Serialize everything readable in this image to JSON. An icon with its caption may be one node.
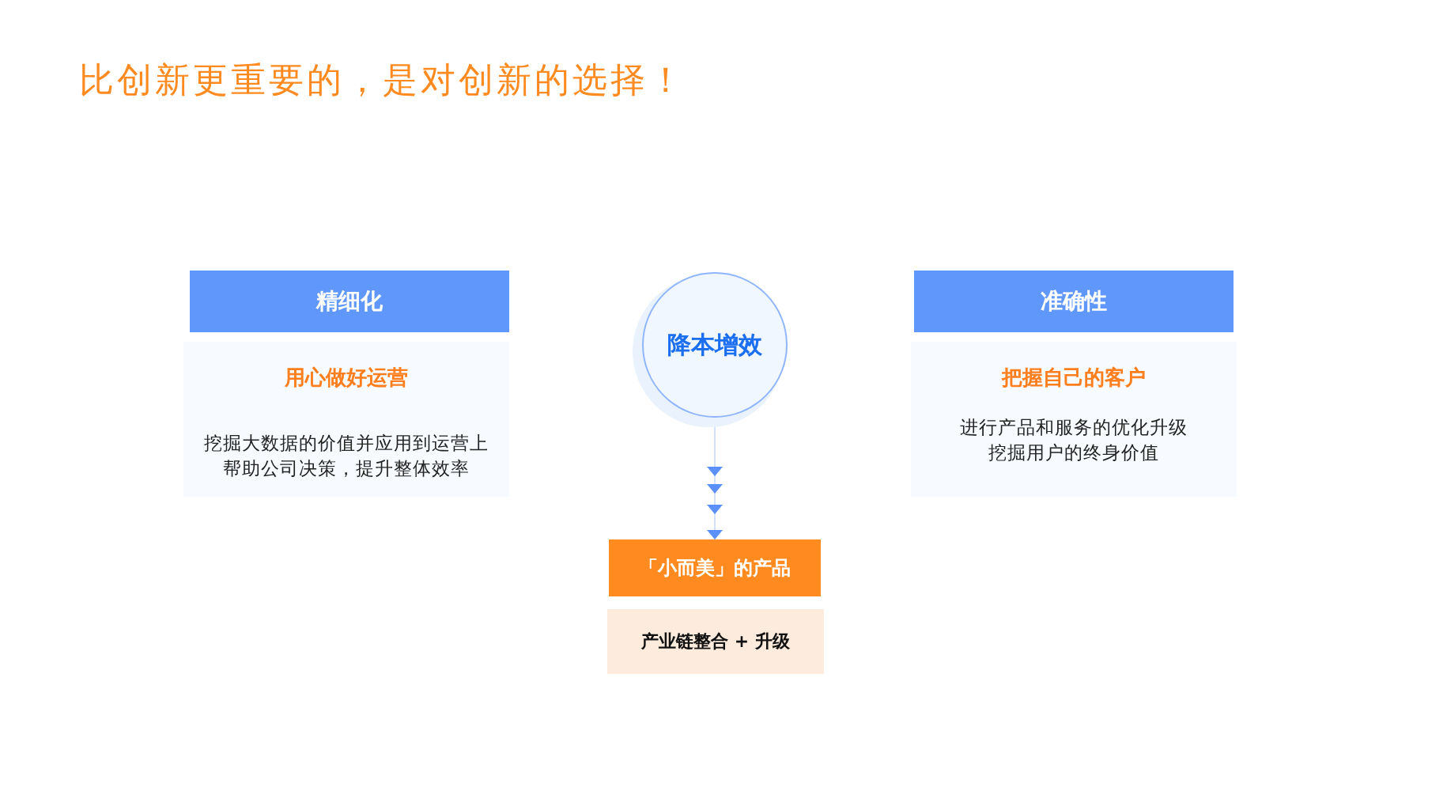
{
  "diagram": {
    "title": "比创新更重要的，是对创新的选择！",
    "nodes": [
      {
        "text": [
          "精细化"
        ]
      },
      {
        "text": [
          "用心做好运营",
          "挖掘大数据的价值并应用到运营上帮助公司决策，提升整体效率"
        ]
      },
      {
        "text": [
          "降本增效"
        ]
      },
      {
        "text": [
          "「小而美」的产品"
        ]
      },
      {
        "text": [
          "产业链整合 + 升级"
        ]
      },
      {
        "text": [
          "准确性"
        ]
      },
      {
        "text": [
          "把握自己的客户",
          "进行产品和服务的优化升级挖掘用户的终身价值"
        ]
      }
    ],
    "edges": [
      {
        "from": 2,
        "to": 3,
        "arrow": "to"
      }
    ]
  }
}
